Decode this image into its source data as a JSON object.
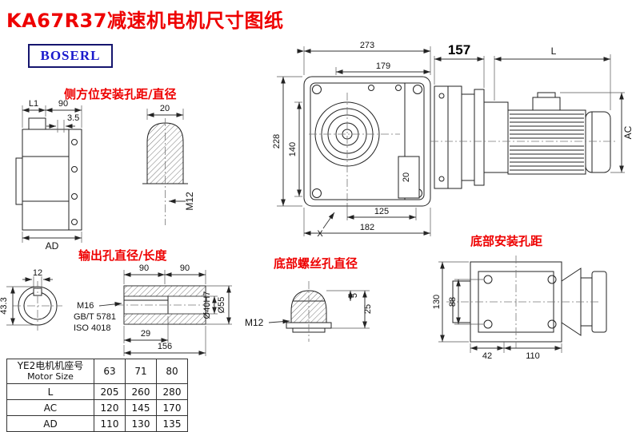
{
  "title": "KA67R37减速机电机尺寸图纸",
  "logo": "BOSERL",
  "colors": {
    "accent_red": "#ee0000",
    "logo_blue": "#1a1acc"
  },
  "labels": {
    "side_mount": "侧方位安装孔距/直径",
    "output_hole": "输出孔直径/长度",
    "bottom_screw": "底部螺丝孔直径",
    "bottom_mount": "底部安装孔距"
  },
  "dims": {
    "front_view": {
      "overall_width": "273",
      "flange_width": "179",
      "overall_height": "228",
      "center_height": "140",
      "bottom_width_1": "125",
      "bottom_width_2": "182",
      "key_width": "20",
      "section_mark": "X"
    },
    "motor_view": {
      "adapter_length": "157",
      "motor_length": "L",
      "motor_diameter": "AC"
    },
    "side_view": {
      "dim_l1": "L1",
      "dim_90": "90",
      "dim_3_5": "3.5",
      "dim_ad": "AD"
    },
    "side_hole": {
      "width": "20",
      "thread": "M12"
    },
    "output_shaft": {
      "key_width": "12",
      "half_length_1": "90",
      "half_length_2": "90",
      "thread": "M16",
      "std_gb": "GB/T 5781",
      "std_iso": "ISO 4018",
      "key_length": "29",
      "total_length": "156",
      "bore_dia": "Ø40H7",
      "outer_dia": "Ø55",
      "key_height": "43.3"
    },
    "bolt": {
      "dim_5": "5",
      "dim_25": "25",
      "thread": "M12"
    },
    "bottom_view": {
      "height_130": "130",
      "height_88": "88",
      "dim_42": "42",
      "dim_110": "110"
    }
  },
  "table": {
    "header": {
      "line1": "YE2电机机座号",
      "line2": "Motor Size"
    },
    "sizes": [
      "63",
      "71",
      "80"
    ],
    "rows": [
      {
        "label": "L",
        "values": [
          "205",
          "260",
          "280"
        ]
      },
      {
        "label": "AC",
        "values": [
          "120",
          "145",
          "170"
        ]
      },
      {
        "label": "AD",
        "values": [
          "110",
          "130",
          "135"
        ]
      }
    ]
  }
}
